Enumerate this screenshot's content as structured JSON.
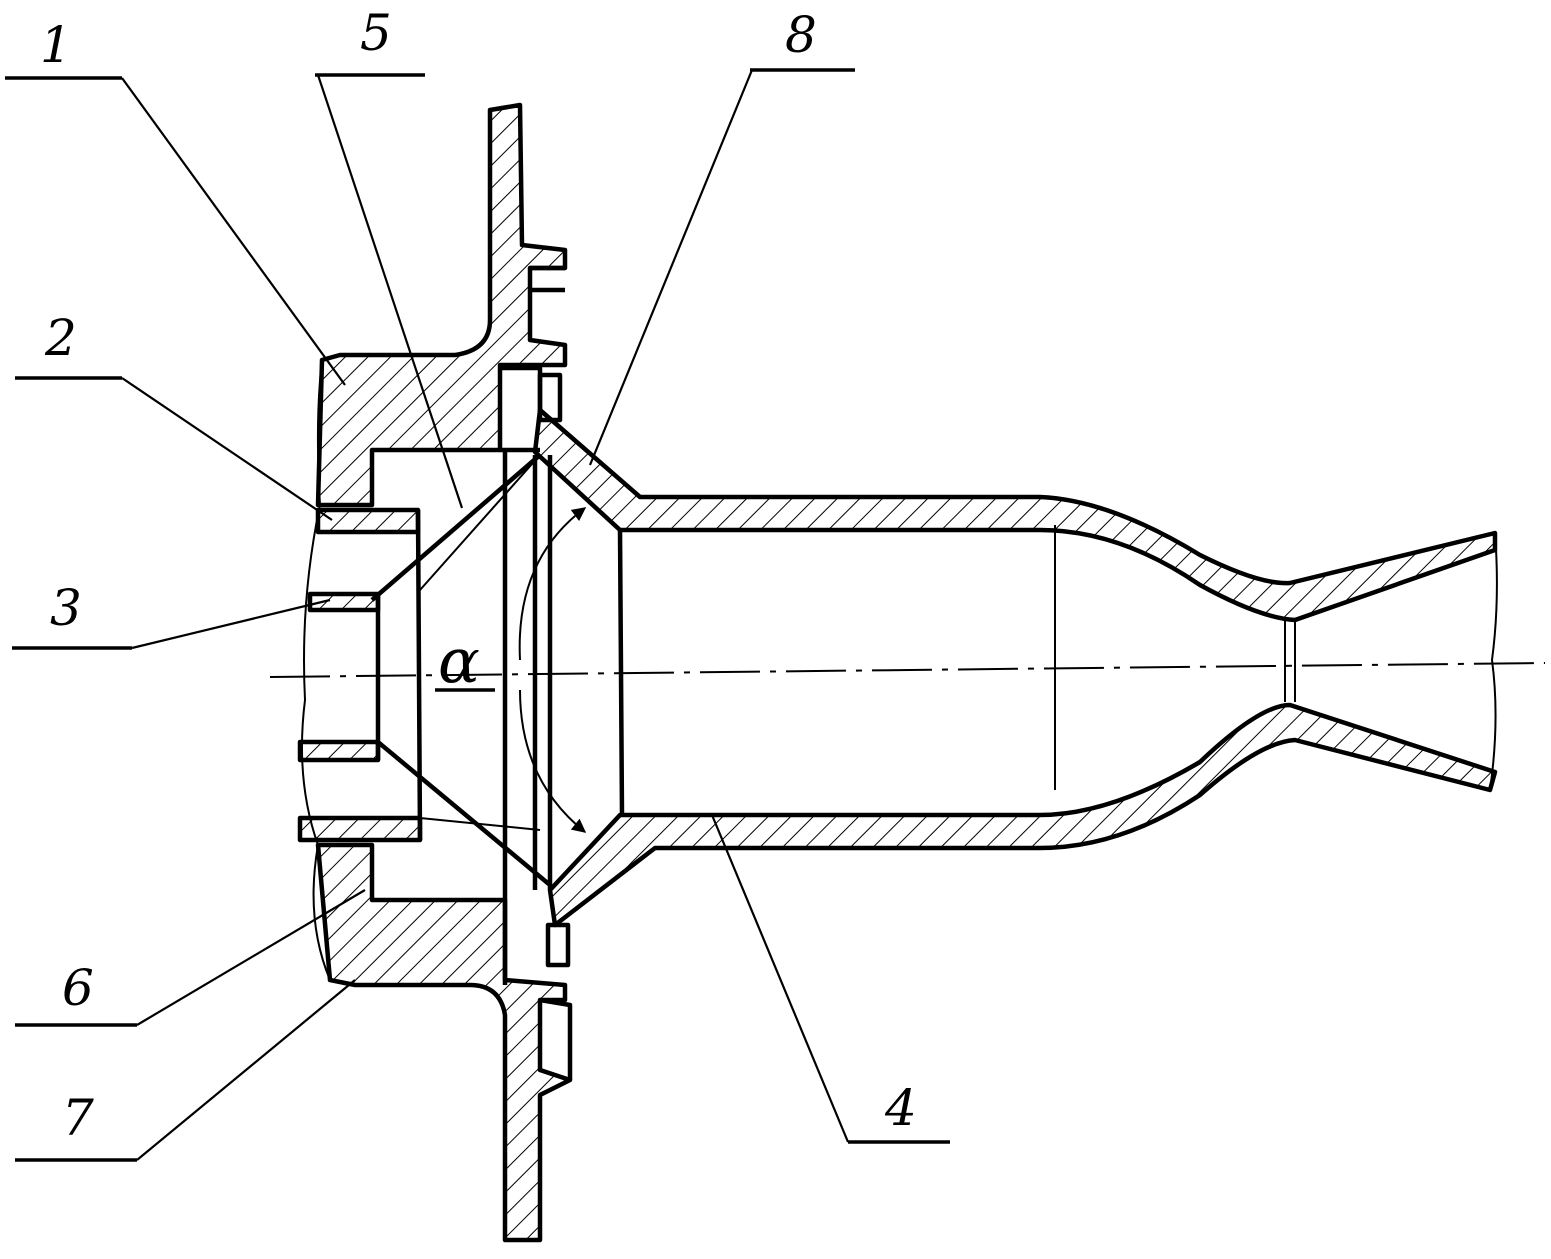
{
  "figure": {
    "labels": {
      "part1": "1",
      "part2": "2",
      "part3": "3",
      "part4": "4",
      "part5": "5",
      "part6": "6",
      "part7": "7",
      "part8": "8"
    },
    "angle_symbol": "α",
    "colors": {
      "ink": "#000000",
      "background": "#ffffff"
    }
  }
}
